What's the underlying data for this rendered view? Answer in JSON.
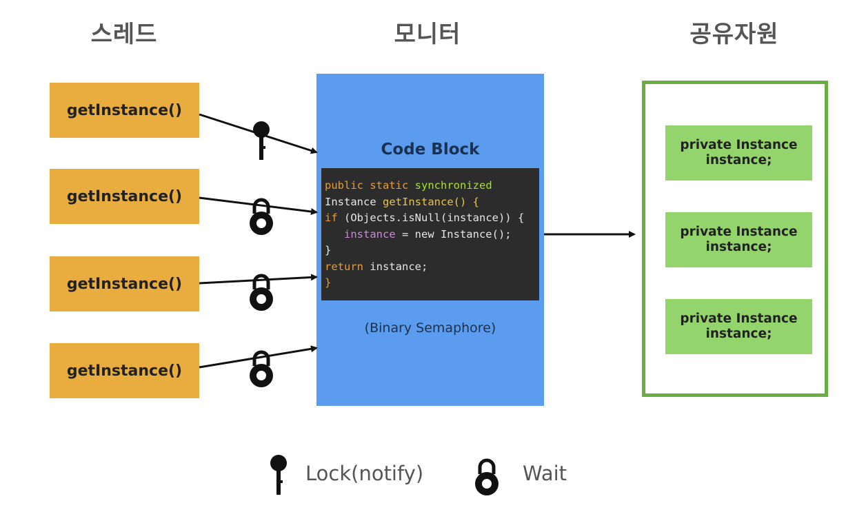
{
  "headers": {
    "threads": "스레드",
    "monitor": "모니터",
    "shared": "공유자원"
  },
  "threads": [
    {
      "label": "getInstance()",
      "state": "lock"
    },
    {
      "label": "getInstance()",
      "state": "wait"
    },
    {
      "label": "getInstance()",
      "state": "wait"
    },
    {
      "label": "getInstance()",
      "state": "wait"
    }
  ],
  "monitor": {
    "title": "Code Block",
    "code": {
      "l1_kw": "public static",
      "l1_sync": "synchronized",
      "l2_type": "Instance",
      "l2_method": "getInstance() {",
      "l3_kw": "if",
      "l3_cond": "(Objects.isNull(instance)) {",
      "l4_var": "instance",
      "l4_assign": " = new Instance();",
      "l5": "}",
      "l6_kw": "return",
      "l6_val": " instance;",
      "l7": "}"
    },
    "subtitle": "(Binary Semaphore)"
  },
  "resources": [
    {
      "label": "private Instance instance;"
    },
    {
      "label": "private Instance instance;"
    },
    {
      "label": "private Instance instance;"
    }
  ],
  "legend": {
    "lock_label": "Lock(notify)",
    "wait_label": "Wait",
    "lock_icon": "key-icon",
    "wait_icon": "padlock-icon"
  },
  "colors": {
    "thread": "#e8ad3e",
    "monitor": "#5b9cee",
    "resource": "#93d46c",
    "resource_border": "#6aae43",
    "code_bg": "#2c2c2c"
  }
}
